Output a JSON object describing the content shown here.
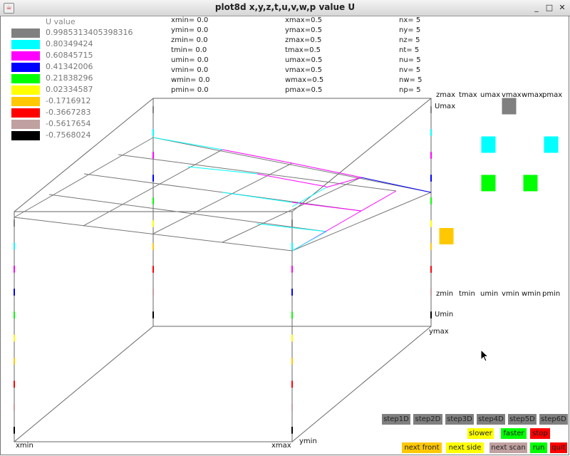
{
  "window": {
    "title": "plot8d x,y,z,t,u,v,w,p  value U",
    "minimize_glyph": "_",
    "maximize_glyph": "□",
    "close_glyph": "✕",
    "app_icon": "java-cup-icon"
  },
  "legend": {
    "title": "U value",
    "items": [
      {
        "color": "#808080",
        "value": "0.9985313405398316"
      },
      {
        "color": "#00ffff",
        "value": "0.80349424"
      },
      {
        "color": "#ff00ff",
        "value": "0.60845715"
      },
      {
        "color": "#0000ff",
        "value": "0.41342006"
      },
      {
        "color": "#00ff00",
        "value": "0.21838296"
      },
      {
        "color": "#ffff00",
        "value": "0.02334587"
      },
      {
        "color": "#ffc800",
        "value": "-0.1716912"
      },
      {
        "color": "#ff0000",
        "value": "-0.3667283"
      },
      {
        "color": "#c0a0a0",
        "value": "-0.5617654"
      },
      {
        "color": "#000000",
        "value": "-0.7568024"
      }
    ]
  },
  "ranges": {
    "mins": [
      "xmin= 0.0",
      "ymin= 0.0",
      "zmin= 0.0",
      "tmin= 0.0",
      "umin= 0.0",
      "vmin= 0.0",
      "wmin= 0.0",
      "pmin= 0.0"
    ],
    "maxs": [
      "xmax=0.5",
      "ymax=0.5",
      "zmax=0.5",
      "tmax=0.5",
      "umax=0.5",
      "vmax=0.5",
      "wmax=0.5",
      "pmax=0.5"
    ],
    "counts": [
      "nx=    5",
      "ny=    5",
      "nz=    5",
      "nt=    5",
      "nu=    5",
      "nv=    5",
      "nw=    5",
      "np=    5"
    ]
  },
  "axes": {
    "xmin": "xmin",
    "xmax": "xmax",
    "ymin": "ymin",
    "ymax": "ymax",
    "umax": "Umax",
    "umin": "Umin"
  },
  "dims": {
    "max_labels": [
      "zmax",
      "tmax",
      "umax",
      "vmax",
      "wmax",
      "pmax"
    ],
    "min_labels": [
      "zmin",
      "tmin",
      "umin",
      "vmin",
      "wmin",
      "pmin"
    ],
    "indicators": [
      {
        "dim": "z",
        "level": 0.29,
        "color": "#ffc800"
      },
      {
        "dim": "u",
        "level": 0.79,
        "color": "#00ffff"
      },
      {
        "dim": "u",
        "level": 0.58,
        "color": "#00ff00"
      },
      {
        "dim": "v",
        "level": 1.0,
        "color": "#808080"
      },
      {
        "dim": "w",
        "level": 0.58,
        "color": "#00ff00"
      },
      {
        "dim": "p",
        "level": 0.79,
        "color": "#00ffff"
      }
    ]
  },
  "controls": {
    "step_buttons": [
      {
        "label": "step1D",
        "color": "#808080"
      },
      {
        "label": "step2D",
        "color": "#808080"
      },
      {
        "label": "step3D",
        "color": "#808080"
      },
      {
        "label": "step4D",
        "color": "#808080"
      },
      {
        "label": "step5D",
        "color": "#808080"
      },
      {
        "label": "step6D",
        "color": "#808080"
      }
    ],
    "slower": {
      "label": "slower",
      "color": "#ffff00"
    },
    "faster": {
      "label": "faster",
      "color": "#00ff00"
    },
    "stop": {
      "label": "stop",
      "color": "#ff0000"
    },
    "next_front": {
      "label": "next front",
      "color": "#ffc800"
    },
    "next_side": {
      "label": "next side",
      "color": "#ffff00"
    },
    "next_scan": {
      "label": "next scan",
      "color": "#c0a0a0"
    },
    "run": {
      "label": "run",
      "color": "#00ff00"
    },
    "quit": {
      "label": "quit",
      "color": "#ff0000"
    }
  }
}
